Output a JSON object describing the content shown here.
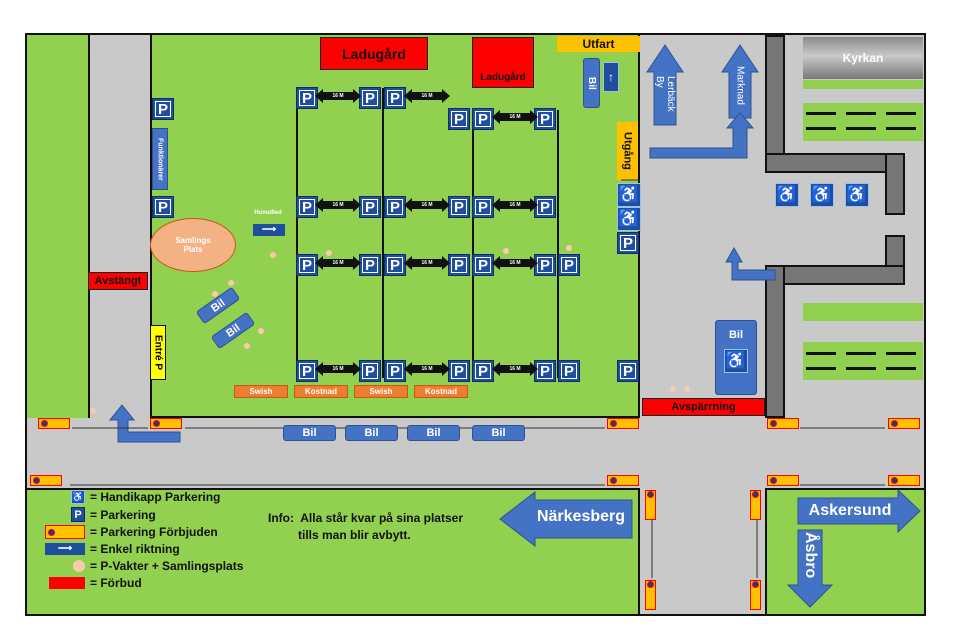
{
  "labels": {
    "ladugard_1": "Ladugård",
    "ladugard_2": "Ladugård",
    "utfart": "Utfart",
    "utgang": "Utgång",
    "avstangt": "Avstängt",
    "entre_p": "Entré P",
    "samlingsplats": "Samlings Plats",
    "huvudled": "Huvudled",
    "funktionarer": "Funktionärer",
    "avsparrning": "Avspärrning",
    "kyrkan": "Kyrkan",
    "bil_top": "Bil",
    "bil_right": "Bil"
  },
  "directions": {
    "lerback_by": "Lerbäck By",
    "marknad": "Marknad",
    "narkesberg": "Närkesberg",
    "askersund": "Askersund",
    "asbro": "Åsbro"
  },
  "parking_symbol": "P",
  "distance_label": "16 M",
  "bil_rotated": [
    "Bil",
    "Bil"
  ],
  "payment_boxes": [
    "Swish",
    "Kostnad",
    "Swish",
    "Kostnad"
  ],
  "bil_row": [
    "Bil",
    "Bil",
    "Bil",
    "Bil"
  ],
  "no_parking_text": "Parkering förbjuden",
  "legend": [
    {
      "icon": "handicap-icon",
      "label": "= Handikapp Parkering"
    },
    {
      "icon": "parking-icon",
      "label": "= Parkering"
    },
    {
      "icon": "no-parking-icon",
      "label": "= Parkering Förbjuden"
    },
    {
      "icon": "one-way-icon",
      "label": "= Enkel riktning"
    },
    {
      "icon": "guard-dot-icon",
      "label": "= P-Vakter + Samlingsplats"
    },
    {
      "icon": "prohibited-icon",
      "label": "= Förbud"
    }
  ],
  "info": {
    "label": "Info:",
    "line1": "Alla står kvar på sina platser",
    "line2": "tills man blir avbytt."
  },
  "colors": {
    "grass": "#92d050",
    "road": "#c9c9c9",
    "parking_blue": "#1f4e9c",
    "arrow_blue": "#4472c4",
    "prohibited": "#ff0000",
    "exit": "#ffc000"
  }
}
